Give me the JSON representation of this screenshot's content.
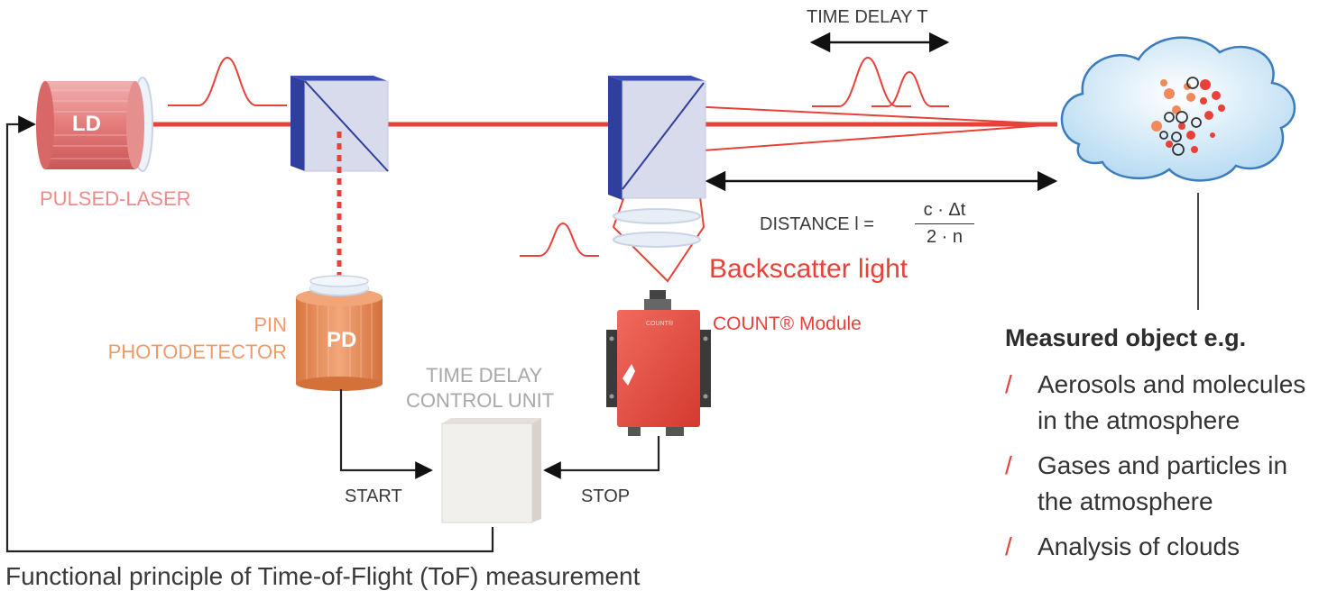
{
  "labels": {
    "ld": "LD",
    "pulsed_laser": "PULSED-LASER",
    "pd": "PD",
    "pin_line1": "PIN",
    "pin_line2": "PHOTODETECTOR",
    "tdcu_line1": "TIME DELAY",
    "tdcu_line2": "CONTROL UNIT",
    "start": "START",
    "stop": "STOP",
    "time_delay": "TIME DELAY T",
    "distance": "DISTANCE l =",
    "formula_num": "c · Δt",
    "formula_den": "2 · n",
    "backscatter": "Backscatter light",
    "count_module": "COUNT® Module",
    "count_small": "COUNT®",
    "caption": "Functional principle of Time-of-Flight (ToF) measurement"
  },
  "measured_object": {
    "title": "Measured object e.g.",
    "items": [
      "Aerosols and molecules in the atmosphere",
      "Gases and particles in the atmosphere",
      "Analysis of clouds"
    ]
  },
  "colors": {
    "laser": "#e8413a",
    "laser_light": "#f08a8a",
    "pd_orange": "#ef9a6a",
    "prism_blue": "#2f3f9c",
    "prism_face": "#d7dbec",
    "cloud": "#cfe7f7"
  }
}
